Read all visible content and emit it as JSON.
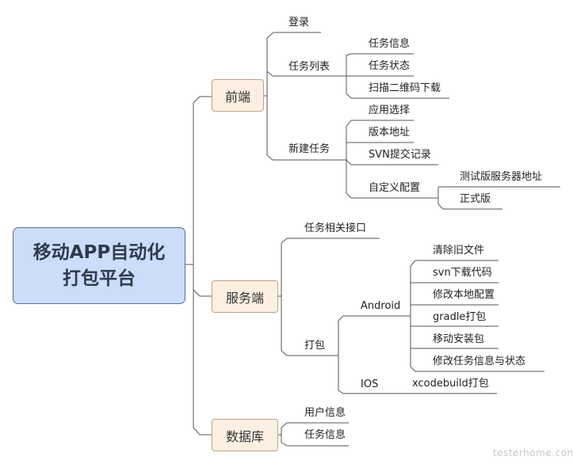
{
  "root": {
    "label": "移动APP自动化打包平台"
  },
  "branches": {
    "frontend": {
      "label": "前端",
      "login": "登录",
      "task_list": {
        "label": "任务列表",
        "items": [
          "任务信息",
          "任务状态",
          "扫描二维码下载"
        ]
      },
      "new_task": {
        "label": "新建任务",
        "items": [
          "应用选择",
          "版本地址",
          "SVN提交记录"
        ],
        "custom": {
          "label": "自定义配置",
          "items": [
            "测试版服务器地址",
            "正式版"
          ]
        }
      }
    },
    "server": {
      "label": "服务端",
      "api": "任务相关接口",
      "build": {
        "label": "打包",
        "android": {
          "label": "Android",
          "items": [
            "清除旧文件",
            "svn下载代码",
            "修改本地配置",
            "gradle打包",
            "移动安装包",
            "修改任务信息与状态"
          ]
        },
        "ios": {
          "label": "IOS",
          "items": [
            "xcodebuild打包"
          ]
        }
      }
    },
    "database": {
      "label": "数据库",
      "items": [
        "用户信息",
        "任务信息"
      ]
    }
  },
  "watermark": "testerhome.com",
  "colors": {
    "root_fill": "#cbddfb",
    "root_border": "#5a6f93",
    "branch_fill": "#fdf0e3",
    "branch_border": "#c09f83",
    "line": "#555555"
  }
}
